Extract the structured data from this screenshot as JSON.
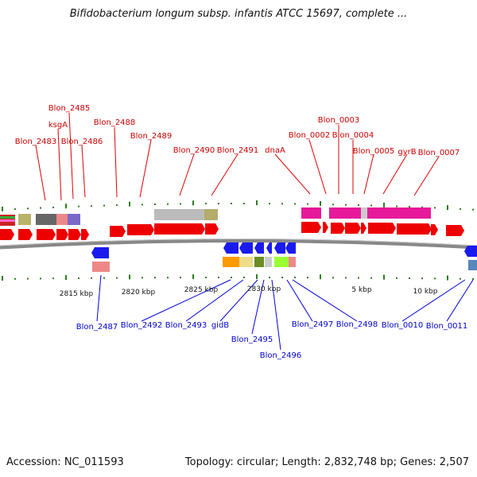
{
  "header": {
    "title": "Bifidobacterium longum subsp. infantis ATCC 15697, complete ..."
  },
  "footer": {
    "accession": "Accession: NC_011593",
    "summary": "Topology: circular; Length: 2,832,748 bp; Genes: 2,507"
  },
  "colors": {
    "forward_gene": "#ee0000",
    "reverse_gene": "#1a1aee",
    "forward_label": "#cc0000",
    "reverse_label": "#0000cc",
    "backbone": "#888888",
    "tick": "#2e7d1e"
  },
  "scale_labels": [
    "2815 kbp",
    "2820 kbp",
    "2825 kbp",
    "2830 kbp",
    "5 kbp",
    "10 kbp"
  ],
  "forward_genes": [
    "Blon_2483",
    "ksgA",
    "Blon_2486",
    "Blon_2485",
    "Blon_2488",
    "Blon_2489",
    "Blon_2490",
    "Blon_2491",
    "dnaA",
    "Blon_0002",
    "Blon_0003",
    "Blon_0004",
    "Blon_0005",
    "gyrB",
    "Blon_0007"
  ],
  "reverse_genes": [
    "Blon_2487",
    "Blon_2492",
    "Blon_2493",
    "gidB",
    "Blon_2495",
    "Blon_2496",
    "Blon_2497",
    "Blon_2498",
    "Blon_0010",
    "Blon_0011"
  ]
}
